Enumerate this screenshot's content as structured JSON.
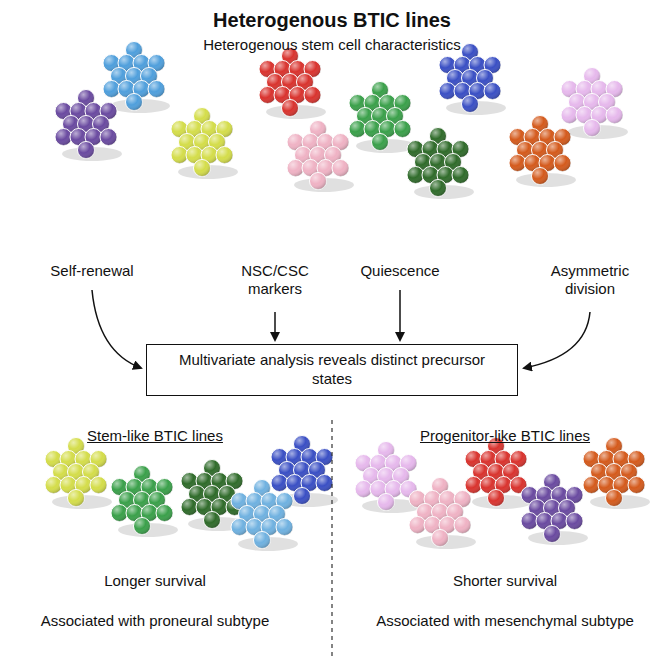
{
  "diagram": {
    "title": "Heterogenous BTIC lines",
    "nodes": [
      {
        "text": [
          "Multivariate analysis reveals distinct precursor states"
        ]
      }
    ],
    "labels": [
      "Heterogenous stem cell characteristics",
      "Self-renewal",
      "NSC/CSC markers",
      "Quiescence",
      "Asymmetric division",
      "Stem-like BTIC lines",
      "Progenitor-like BTIC lines",
      "Longer survival",
      "Shorter survival",
      "Associated with proneural subtype",
      "Associated with mesenchymal subtype"
    ]
  }
}
